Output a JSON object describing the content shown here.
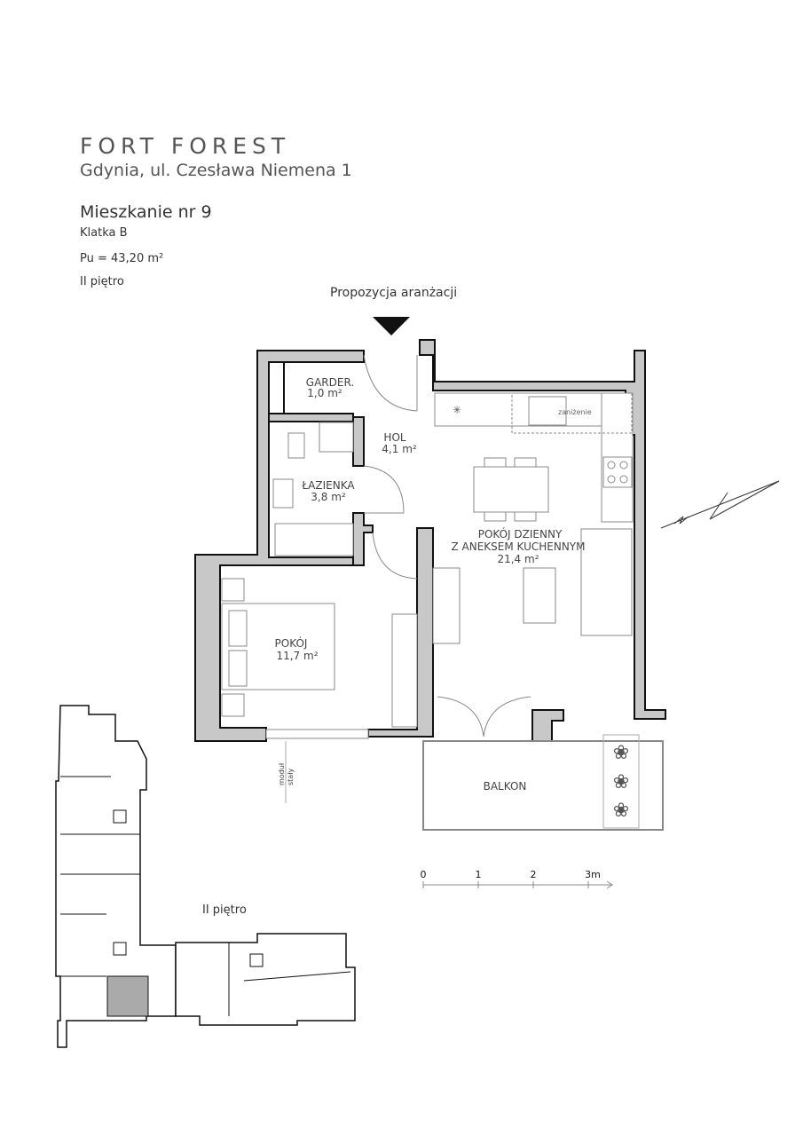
{
  "header": {
    "brand": "FORT FOREST",
    "address": "Gdynia, ul. Czesława Niemena 1",
    "apartment": "Mieszkanie nr 9",
    "staircase": "Klatka B",
    "area": "Pu = 43,20 m²",
    "floor": "II piętro",
    "arrangement_label": "Propozycja aranżacji"
  },
  "rooms": [
    {
      "name": "GARDER.",
      "area": "1,0 m²"
    },
    {
      "name": "HOL",
      "area": "4,1 m²"
    },
    {
      "name": "ŁAZIENKA",
      "area": "3,8 m²"
    },
    {
      "name": "POKÓJ DZIENNY",
      "name2": "Z ANEKSEM KUCHENNYM",
      "area": "21,4 m²"
    },
    {
      "name": "POKÓJ",
      "area": "11,7 m²"
    },
    {
      "name": "BALKON"
    }
  ],
  "annotations": {
    "lowering": "zaniżenie",
    "module1": "moduł",
    "module2": "stały"
  },
  "scale": {
    "ticks": [
      "0",
      "1",
      "2",
      "3m"
    ]
  },
  "keyplan": {
    "label": "II piętro"
  }
}
